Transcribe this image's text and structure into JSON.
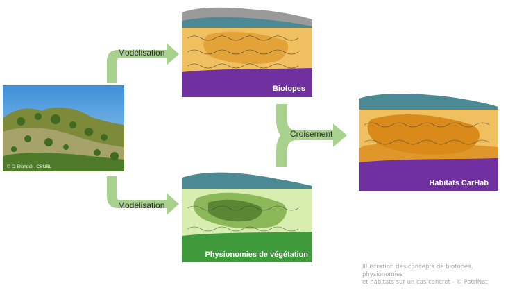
{
  "photo": {
    "credit": "© C. Blondel - CBNBL"
  },
  "arrows": {
    "top_label": "Modélisation",
    "bottom_label": "Modélisation",
    "merge_label": "Croisement"
  },
  "panels": {
    "biotopes": {
      "label": "Biotopes"
    },
    "physionomies": {
      "label": "Physionomies de végétation"
    },
    "habitats": {
      "label": "Habitats CarHab"
    }
  },
  "caption": {
    "line1": "Illustration des concepts de biotopes, physionomies",
    "line2": "et habitats sur un cas concret - © PatriNat"
  },
  "colors": {
    "arrow": "#a9d18e",
    "purple": "#7030a0",
    "green_band": "#3e9a3a",
    "orange": "#f0c060",
    "dark_orange": "#d98a1a",
    "light_green": "#d8eeb0",
    "mid_green": "#8cb85a",
    "teal": "#4b8a94"
  }
}
